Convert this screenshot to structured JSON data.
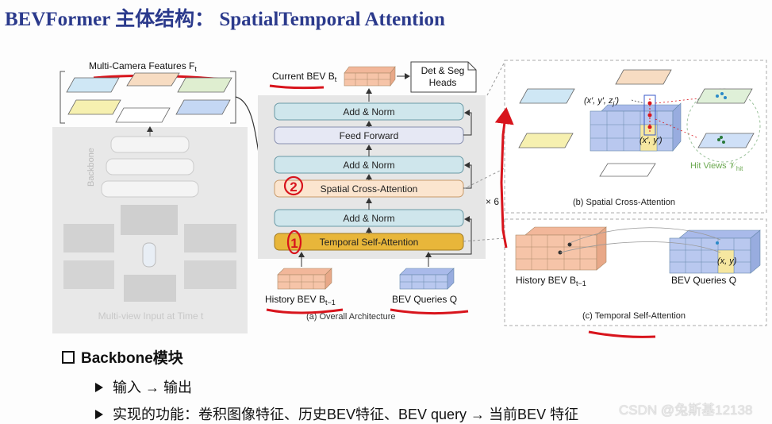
{
  "title": "BEVFormer 主体结构： SpatialTemporal Attention",
  "left_panel": {
    "features_label": "Multi-Camera Features F",
    "features_sub": "t",
    "backbone_label": "Backbone",
    "input_label": "Multi-view Input at Time t"
  },
  "architecture": {
    "current_bev_label": "Current BEV B",
    "current_bev_sub": "t",
    "heads_line1": "Det & Seg",
    "heads_line2": "Heads",
    "blocks": [
      "Add & Norm",
      "Feed Forward",
      "Add & Norm",
      "Spatial Cross-Attention",
      "Add & Norm",
      "Temporal Self-Attention"
    ],
    "repeat": "× 6",
    "history_label": "History BEV B",
    "history_sub": "t−1",
    "queries_label": "BEV Queries Q",
    "caption": "(a) Overall Architecture",
    "marker_1": "1",
    "marker_2": "2"
  },
  "spatial": {
    "point_label": "(x′, y′, z",
    "point_sub": "j",
    "point_end": "′)",
    "ref_label": "(x′, y′)",
    "hit_label": "Hit Views 𝒱",
    "hit_sub": "hit",
    "caption": "(b) Spatial Cross-Attention"
  },
  "temporal": {
    "history_label": "History BEV B",
    "history_sub": "t−1",
    "queries_label": "BEV Queries Q",
    "xy_label": "(x, y)",
    "caption": "(c) Temporal Self-Attention"
  },
  "bullets": {
    "main": "Backbone模块",
    "item1": "输入 → 输出",
    "item2": "实现的功能：卷积图像特征、历史BEV特征、BEV query → 当前BEV 特征"
  },
  "watermark": "CSDN @兔斯基12138",
  "colors": {
    "title": "#2b3a8c",
    "block_teal": "#cfe6ec",
    "block_lavender": "#e6e8f4",
    "block_peach": "#fbe5cf",
    "block_gold": "#e8b63a",
    "bev_peach": "#f6c4a8",
    "bev_blue": "#b9c8ef",
    "annotation_red": "#d8141c"
  }
}
